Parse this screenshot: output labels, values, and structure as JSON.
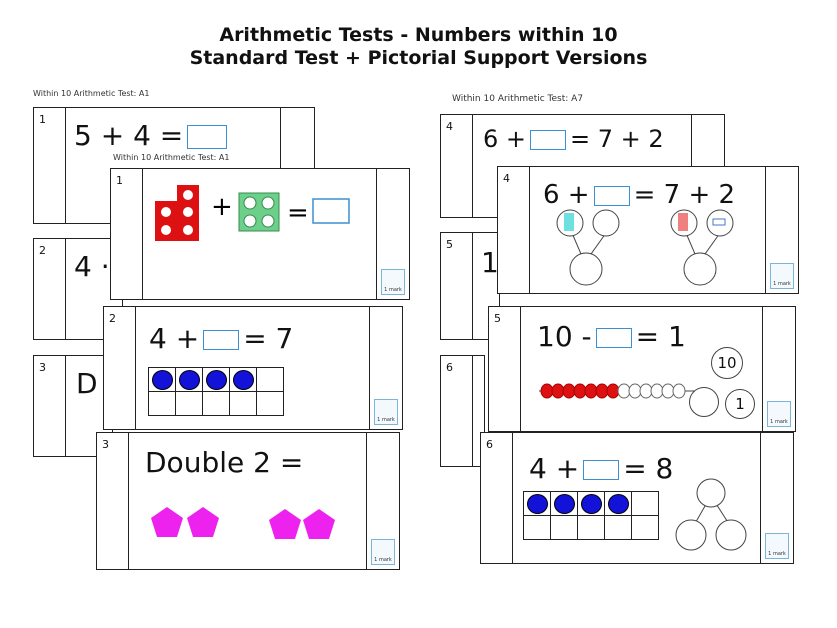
{
  "header": {
    "title_line1": "Arithmetic Tests - Numbers within 10",
    "title_line2": "Standard Test + Pictorial Support Versions"
  },
  "left_back": {
    "label": "Within 10 Arithmetic Test: A1",
    "rows": [
      {
        "num": "1",
        "text": "5 + 4 ="
      },
      {
        "num": "2",
        "text": "4 ·"
      },
      {
        "num": "3",
        "text": "D"
      }
    ]
  },
  "left_front": {
    "label": "Within 10 Arithmetic Test: A1",
    "mark_label": "1 mark",
    "q1": {
      "num": "1",
      "plus": "+",
      "equals": "="
    },
    "q2": {
      "num": "2",
      "a": "4 +",
      "b": "= 7",
      "filled": 4
    },
    "q3": {
      "num": "3",
      "text": "Double 2 ="
    }
  },
  "right_back": {
    "label": "Within 10 Arithmetic Test: A7",
    "rows": [
      {
        "num": "4",
        "a": "6 +",
        "b": "= 7 + 2"
      },
      {
        "num": "5",
        "text": "1"
      },
      {
        "num": "6",
        "text": ""
      }
    ]
  },
  "right_front": {
    "mark_label": "1 mark",
    "q4": {
      "num": "4",
      "a": "6 +",
      "b": "= 7 + 2"
    },
    "q5": {
      "num": "5",
      "a": "10 -",
      "b": "= 1",
      "whole": "10",
      "part": "1",
      "red_beads": 7,
      "white_beads": 6
    },
    "q6": {
      "num": "6",
      "a": "4 +",
      "b": "= 8",
      "filled": 4
    }
  },
  "colors": {
    "accent": "#3d8fd0",
    "counter_blue": "#1212d8",
    "pentagon": "#ee22ee",
    "numicon_red": "#dd1111",
    "numicon_green": "#6cd08a"
  }
}
